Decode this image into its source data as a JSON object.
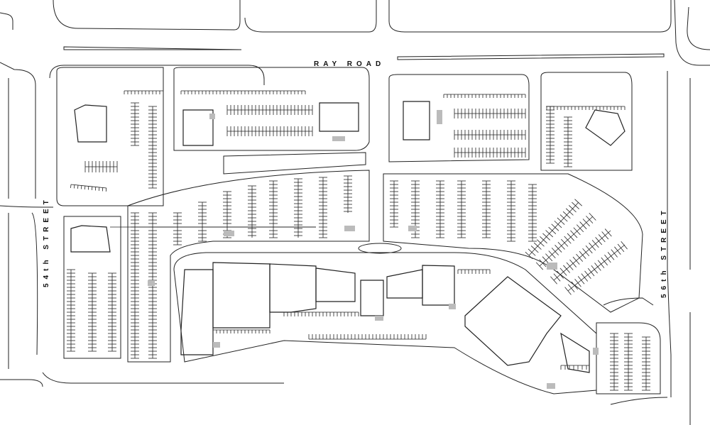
{
  "labels": {
    "ray_road": "RAY   ROAD",
    "street_54": "54th   STREET",
    "street_56": "56th   STREET"
  },
  "colors": {
    "line": "#222222",
    "pad": "#bbbbbb"
  }
}
